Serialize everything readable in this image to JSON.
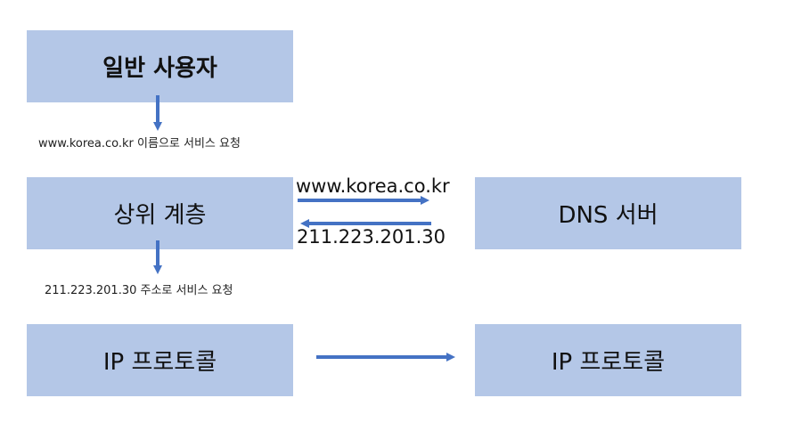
{
  "boxes": {
    "user": "일반 사용자",
    "upper_layer": "상위 계층",
    "dns_server": "DNS 서버",
    "ip_protocol_left": "IP 프로토콜",
    "ip_protocol_right": "IP 프로토콜"
  },
  "captions": {
    "request_by_name": "www.korea.co.kr 이름으로 서비스 요청",
    "request_by_address": "211.223.201.30 주소로 서비스 요청"
  },
  "arrow_labels": {
    "query": "www.korea.co.kr",
    "response": "211.223.201.30"
  },
  "colors": {
    "box_fill": "#b4c7e7",
    "arrow": "#4472c4"
  }
}
